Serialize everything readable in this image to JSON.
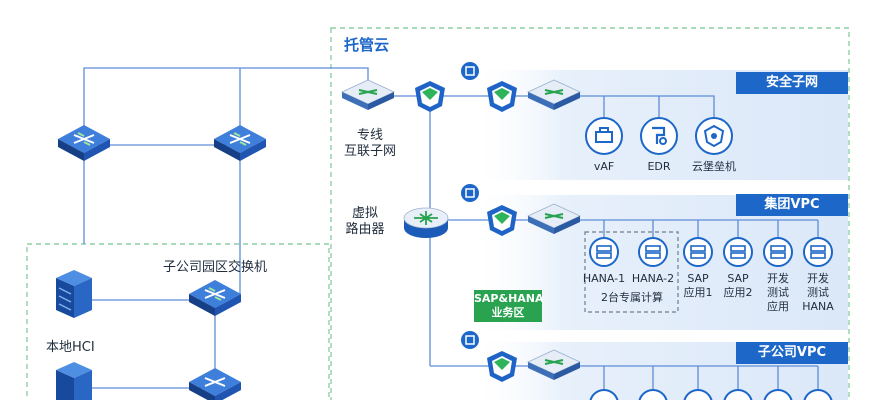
{
  "hosted_cloud": {
    "title": "托管云",
    "dedicated_line": {
      "label_line1": "专线",
      "label_line2": "互联子网"
    },
    "virtual_router": {
      "label_line1": "虚拟",
      "label_line2": "路由器"
    },
    "security_subnet": {
      "title": "安全子网",
      "items": [
        "vAF",
        "EDR",
        "云堡垒机"
      ]
    },
    "group_vpc": {
      "title": "集团VPC",
      "items": [
        {
          "line1": "HANA-1",
          "line2": ""
        },
        {
          "line1": "HANA-2",
          "line2": ""
        },
        {
          "line1": "SAP",
          "line2": "应用1"
        },
        {
          "line1": "SAP",
          "line2": "应用2"
        },
        {
          "line1": "开发",
          "line2": "测试",
          "line3": "应用"
        },
        {
          "line1": "开发",
          "line2": "测试",
          "line3": "HANA"
        }
      ],
      "dedicated_compute_label": "2台专属计算",
      "business_zone": {
        "line1": "SAP&HANA",
        "line2": "业务区"
      }
    },
    "subsidiary_vpc": {
      "title": "子公司VPC"
    }
  },
  "subsidiary_campus": {
    "switch_label": "子公司园区交换机",
    "local_hci_label": "本地HCI"
  },
  "colors": {
    "line": "#5d8dd6",
    "dash_green": "#8fd1a4",
    "banner_blue": "#1d67c9",
    "zone_bg": "#e7f0fb",
    "green_tag": "#29a34f",
    "icon_outline": "#1d67c9"
  }
}
